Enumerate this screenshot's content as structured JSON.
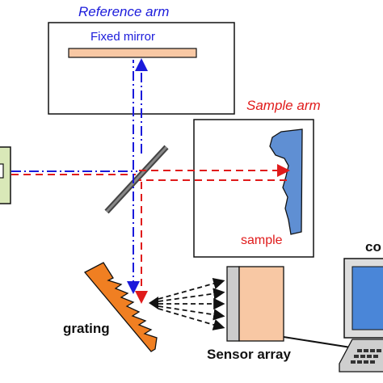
{
  "labels": {
    "reference_arm": "Reference arm",
    "fixed_mirror": "Fixed mirror",
    "sample_arm": "Sample arm",
    "sample": "sample",
    "grating": "grating",
    "sensor_array": "Sensor array",
    "computer_partial": "co"
  },
  "colors": {
    "reference_beam": "#1a1adb",
    "sample_beam": "#e01b1b",
    "mirror_fill": "#f8c8a4",
    "grating_fill": "#f07f22",
    "sample_fill": "#5f8fd3",
    "source_fill": "#d9e8b8",
    "computer_screen": "#4a86d8"
  }
}
